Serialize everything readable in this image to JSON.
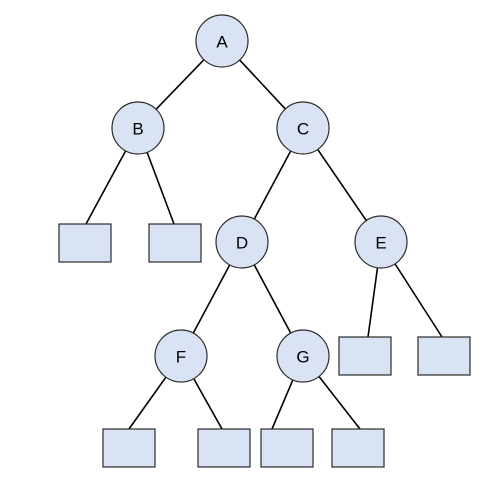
{
  "diagram": {
    "type": "binary-tree",
    "colors": {
      "node_fill": "#dae3f3",
      "stroke": "#2b2b2b",
      "edge": "#000000"
    },
    "nodes": {
      "A": {
        "label": "A",
        "kind": "internal"
      },
      "B": {
        "label": "B",
        "kind": "internal"
      },
      "C": {
        "label": "C",
        "kind": "internal"
      },
      "D": {
        "label": "D",
        "kind": "internal"
      },
      "E": {
        "label": "E",
        "kind": "internal"
      },
      "F": {
        "label": "F",
        "kind": "internal"
      },
      "G": {
        "label": "G",
        "kind": "internal"
      },
      "L1": {
        "label": "",
        "kind": "leaf"
      },
      "L2": {
        "label": "",
        "kind": "leaf"
      },
      "L3": {
        "label": "",
        "kind": "leaf"
      },
      "L4": {
        "label": "",
        "kind": "leaf"
      },
      "L5": {
        "label": "",
        "kind": "leaf"
      },
      "L6": {
        "label": "",
        "kind": "leaf"
      },
      "L7": {
        "label": "",
        "kind": "leaf"
      },
      "L8": {
        "label": "",
        "kind": "leaf"
      }
    },
    "edges": [
      [
        "A",
        "B"
      ],
      [
        "A",
        "C"
      ],
      [
        "B",
        "L1"
      ],
      [
        "B",
        "L2"
      ],
      [
        "C",
        "D"
      ],
      [
        "C",
        "E"
      ],
      [
        "D",
        "F"
      ],
      [
        "D",
        "G"
      ],
      [
        "E",
        "L3"
      ],
      [
        "E",
        "L4"
      ],
      [
        "F",
        "L5"
      ],
      [
        "F",
        "L6"
      ],
      [
        "G",
        "L7"
      ],
      [
        "G",
        "L8"
      ]
    ]
  }
}
